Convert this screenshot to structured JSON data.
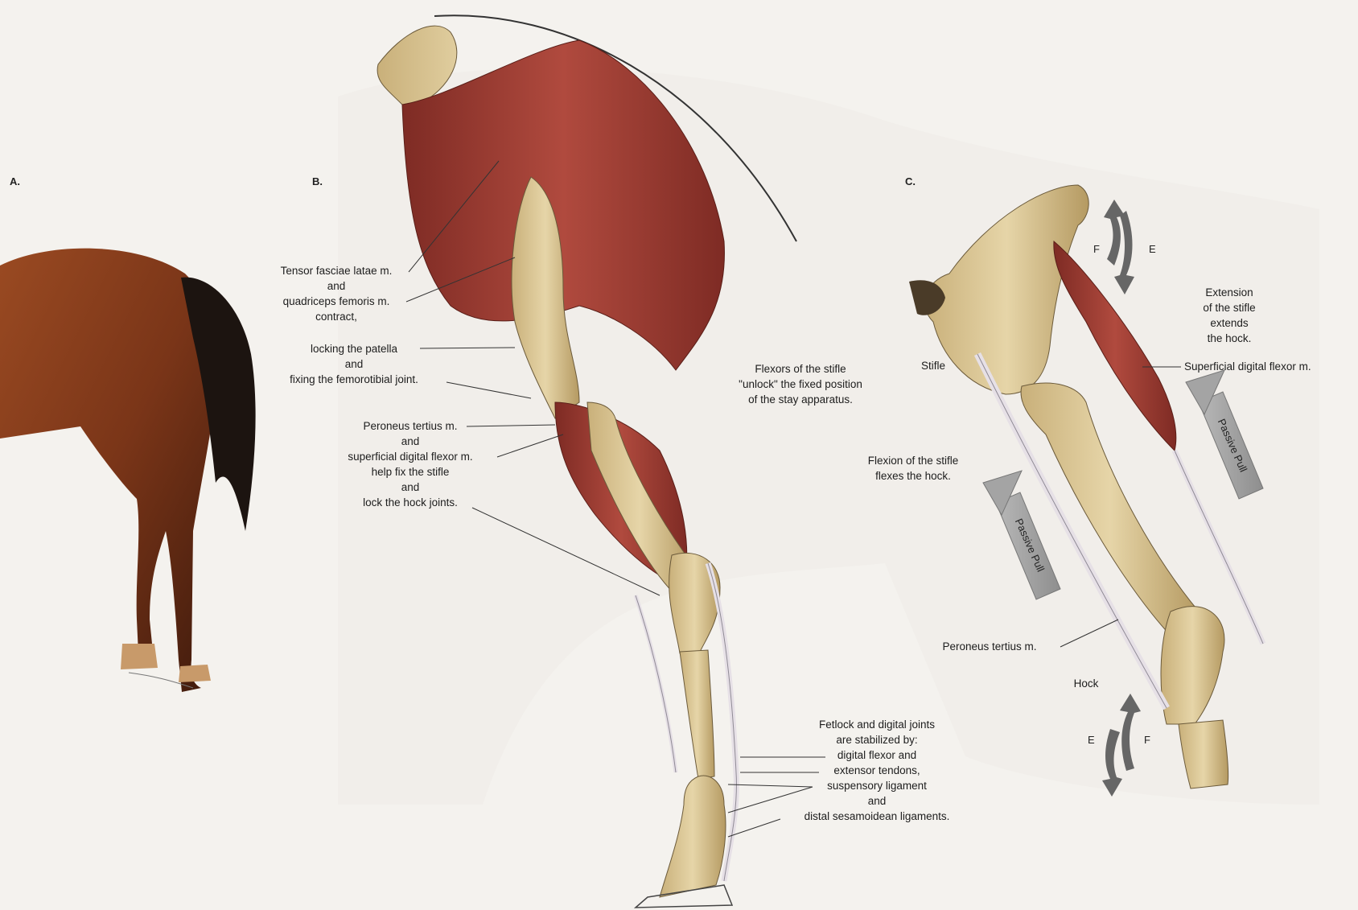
{
  "panels": {
    "a": "A.",
    "b": "B.",
    "c": "C."
  },
  "panel_b": {
    "tensor": [
      "Tensor fasciae latae m.",
      "and",
      "quadriceps femoris m.",
      "contract,"
    ],
    "locking": [
      "locking the patella",
      "and",
      "fixing the femorotibial joint."
    ],
    "peroneus": [
      "Peroneus tertius m.",
      "and",
      "superficial digital flexor m.",
      "help fix the stifle",
      "and",
      "lock the hock joints."
    ],
    "flexors": [
      "Flexors of the stifle",
      "\"unlock\" the fixed position",
      "of the stay apparatus."
    ],
    "fetlock": [
      "Fetlock and digital joints",
      "are stabilized by:",
      "digital flexor and",
      "extensor tendons,",
      "suspensory ligament",
      "and",
      "distal sesamoidean ligaments."
    ]
  },
  "panel_c": {
    "extension": [
      "Extension",
      "of the stifle",
      "extends",
      "the hock."
    ],
    "sdf": "Superficial digital flexor m.",
    "stifle": "Stifle",
    "flexion": [
      "Flexion of the stifle",
      "flexes the hock."
    ],
    "passive_pull_1": "Passive Pull",
    "passive_pull_2": "Passive Pull",
    "peroneus": "Peroneus tertius m.",
    "hock": "Hock",
    "f_top": "F",
    "e_top": "E",
    "e_bottom": "E",
    "f_bottom": "F"
  },
  "colors": {
    "bone": "#d8c496",
    "muscle": "#9b3b32",
    "tendon": "#e6e0e6",
    "horse_coat": "#7a3518",
    "tail": "#1c1410",
    "arrow_grey": "#9a9a9a"
  }
}
